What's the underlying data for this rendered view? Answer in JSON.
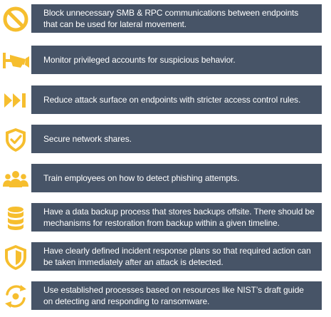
{
  "colors": {
    "accent": "#F6BE2E",
    "bar": "#475467",
    "text": "#FFFFFF"
  },
  "items": [
    {
      "icon": "no-entry-icon",
      "text": "Block unnecessary SMB & RPC communications between endpoints that can be used for lateral movement."
    },
    {
      "icon": "security-camera-icon",
      "text": "Monitor privileged accounts for suspicious behavior."
    },
    {
      "icon": "fast-forward-icon",
      "text": "Reduce attack surface on endpoints with stricter access control rules."
    },
    {
      "icon": "shield-check-icon",
      "text": "Secure network shares."
    },
    {
      "icon": "users-group-icon",
      "text": "Train employees on how to detect phishing attempts."
    },
    {
      "icon": "database-icon",
      "text": "Have a data backup process that stores backups offsite. There should be mechanisms for restoration from backup within a given timeline."
    },
    {
      "icon": "shield-icon",
      "text": "Have clearly defined incident response plans so that required action can be taken immediately after an attack is detected."
    },
    {
      "icon": "process-cycle-icon",
      "text": "Use established processes based on resources like NIST’s draft guide on detecting and responding to ransomware."
    }
  ]
}
